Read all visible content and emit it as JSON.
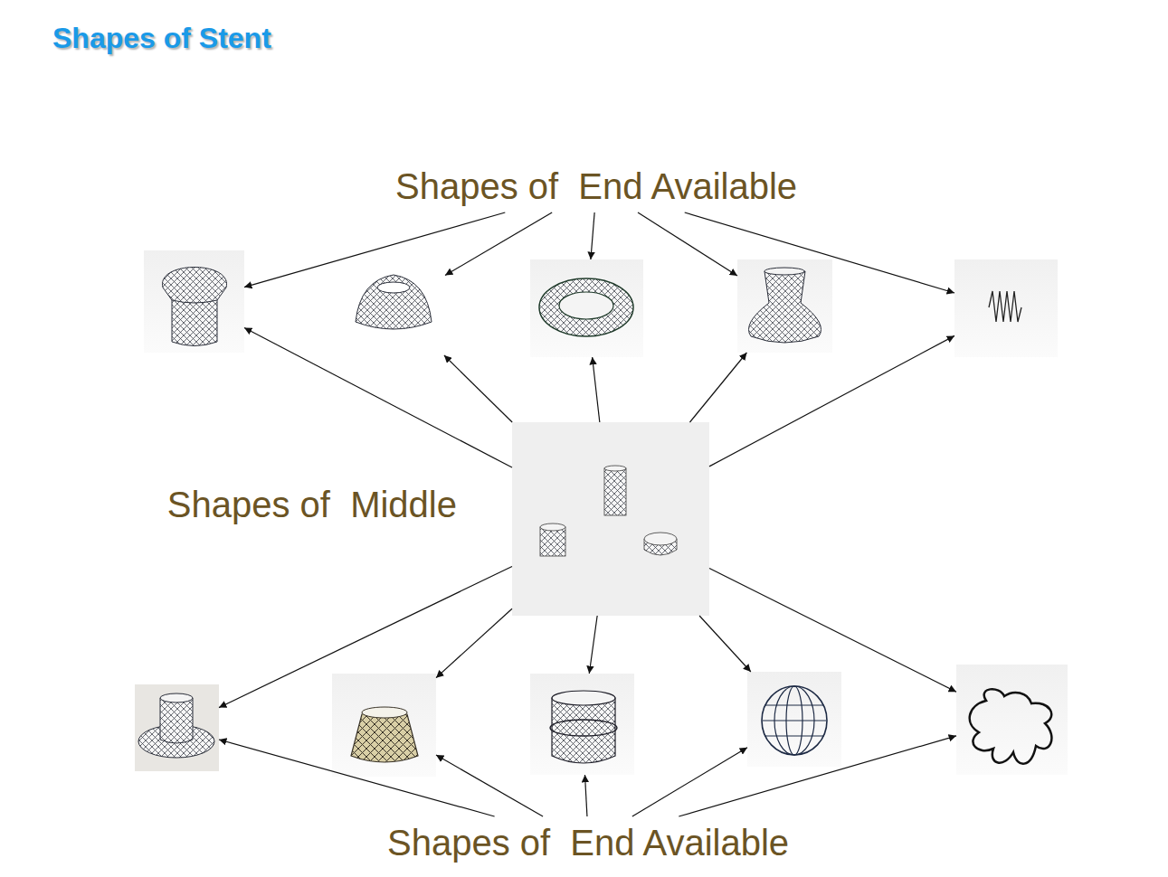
{
  "diagram": {
    "title": "Shapes of Stent",
    "nodes": [
      {
        "text": [
          "Shapes of  End Available"
        ]
      },
      {
        "text": []
      },
      {
        "text": []
      },
      {
        "text": []
      },
      {
        "text": []
      },
      {
        "text": []
      },
      {
        "text": [
          "Shapes of  Middle"
        ]
      },
      {
        "text": []
      },
      {
        "text": []
      },
      {
        "text": []
      },
      {
        "text": []
      },
      {
        "text": []
      },
      {
        "text": [
          "Shapes of  End Available"
        ]
      }
    ],
    "edges": [
      {
        "from": 0,
        "to": 1,
        "arrow": "to"
      },
      {
        "from": 0,
        "to": 2,
        "arrow": "to"
      },
      {
        "from": 0,
        "to": 3,
        "arrow": "to"
      },
      {
        "from": 0,
        "to": 4,
        "arrow": "to"
      },
      {
        "from": 0,
        "to": 5,
        "arrow": "to"
      },
      {
        "from": 6,
        "to": 1,
        "arrow": "to"
      },
      {
        "from": 6,
        "to": 2,
        "arrow": "to"
      },
      {
        "from": 6,
        "to": 3,
        "arrow": "to"
      },
      {
        "from": 6,
        "to": 4,
        "arrow": "to"
      },
      {
        "from": 6,
        "to": 5,
        "arrow": "to"
      },
      {
        "from": 6,
        "to": 7,
        "arrow": "to"
      },
      {
        "from": 6,
        "to": 8,
        "arrow": "to"
      },
      {
        "from": 6,
        "to": 9,
        "arrow": "to"
      },
      {
        "from": 6,
        "to": 10,
        "arrow": "to"
      },
      {
        "from": 6,
        "to": 11,
        "arrow": "to"
      },
      {
        "from": 12,
        "to": 7,
        "arrow": "to"
      },
      {
        "from": 12,
        "to": 8,
        "arrow": "to"
      },
      {
        "from": 12,
        "to": 9,
        "arrow": "to"
      },
      {
        "from": 12,
        "to": 10,
        "arrow": "to"
      },
      {
        "from": 12,
        "to": 11,
        "arrow": "to"
      }
    ]
  }
}
